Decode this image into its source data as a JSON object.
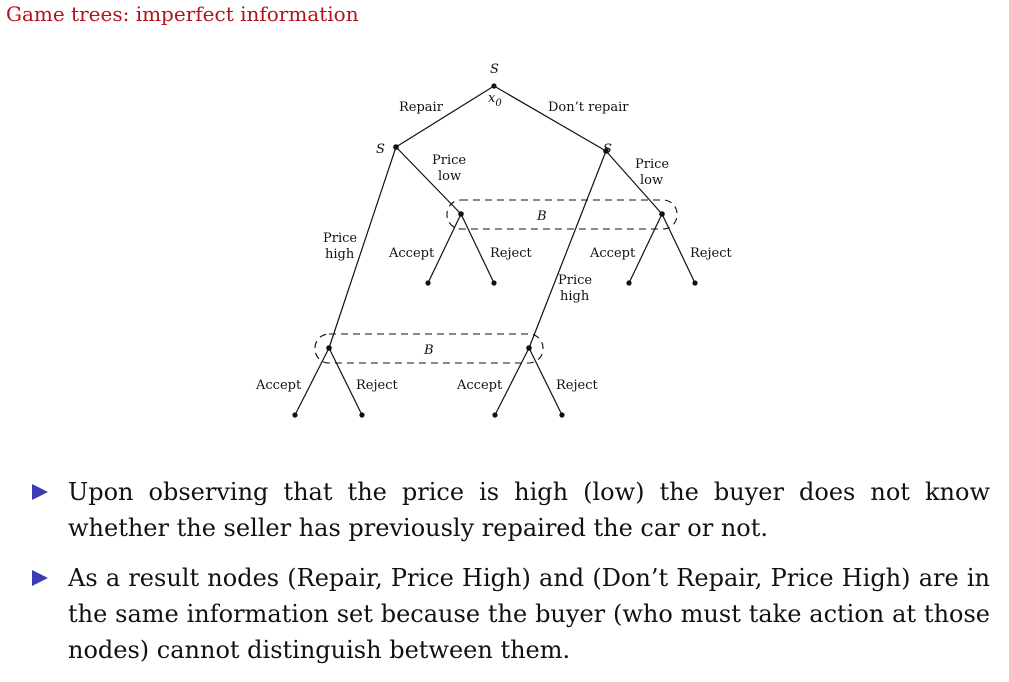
{
  "title": "Game trees: imperfect information",
  "tree": {
    "root": {
      "player": "S",
      "node_label": "x0"
    },
    "branches": {
      "repair": "Repair",
      "dont_repair": "Don’t repair",
      "price_low": "Price low",
      "price_high": "Price high",
      "accept": "Accept",
      "reject": "Reject"
    },
    "seller_label": "S",
    "buyer_label": "B"
  },
  "bullets": [
    "Upon observing that the price is high (low) the buyer does not know whether the seller has previously repaired the car or not.",
    "As a result nodes (Repair, Price High) and (Don’t Repair, Price High) are in the same information set because the buyer (who must take action at those nodes) cannot distinguish between them."
  ],
  "colors": {
    "title": "#b3121d",
    "bullet": "#3b3bb3"
  }
}
